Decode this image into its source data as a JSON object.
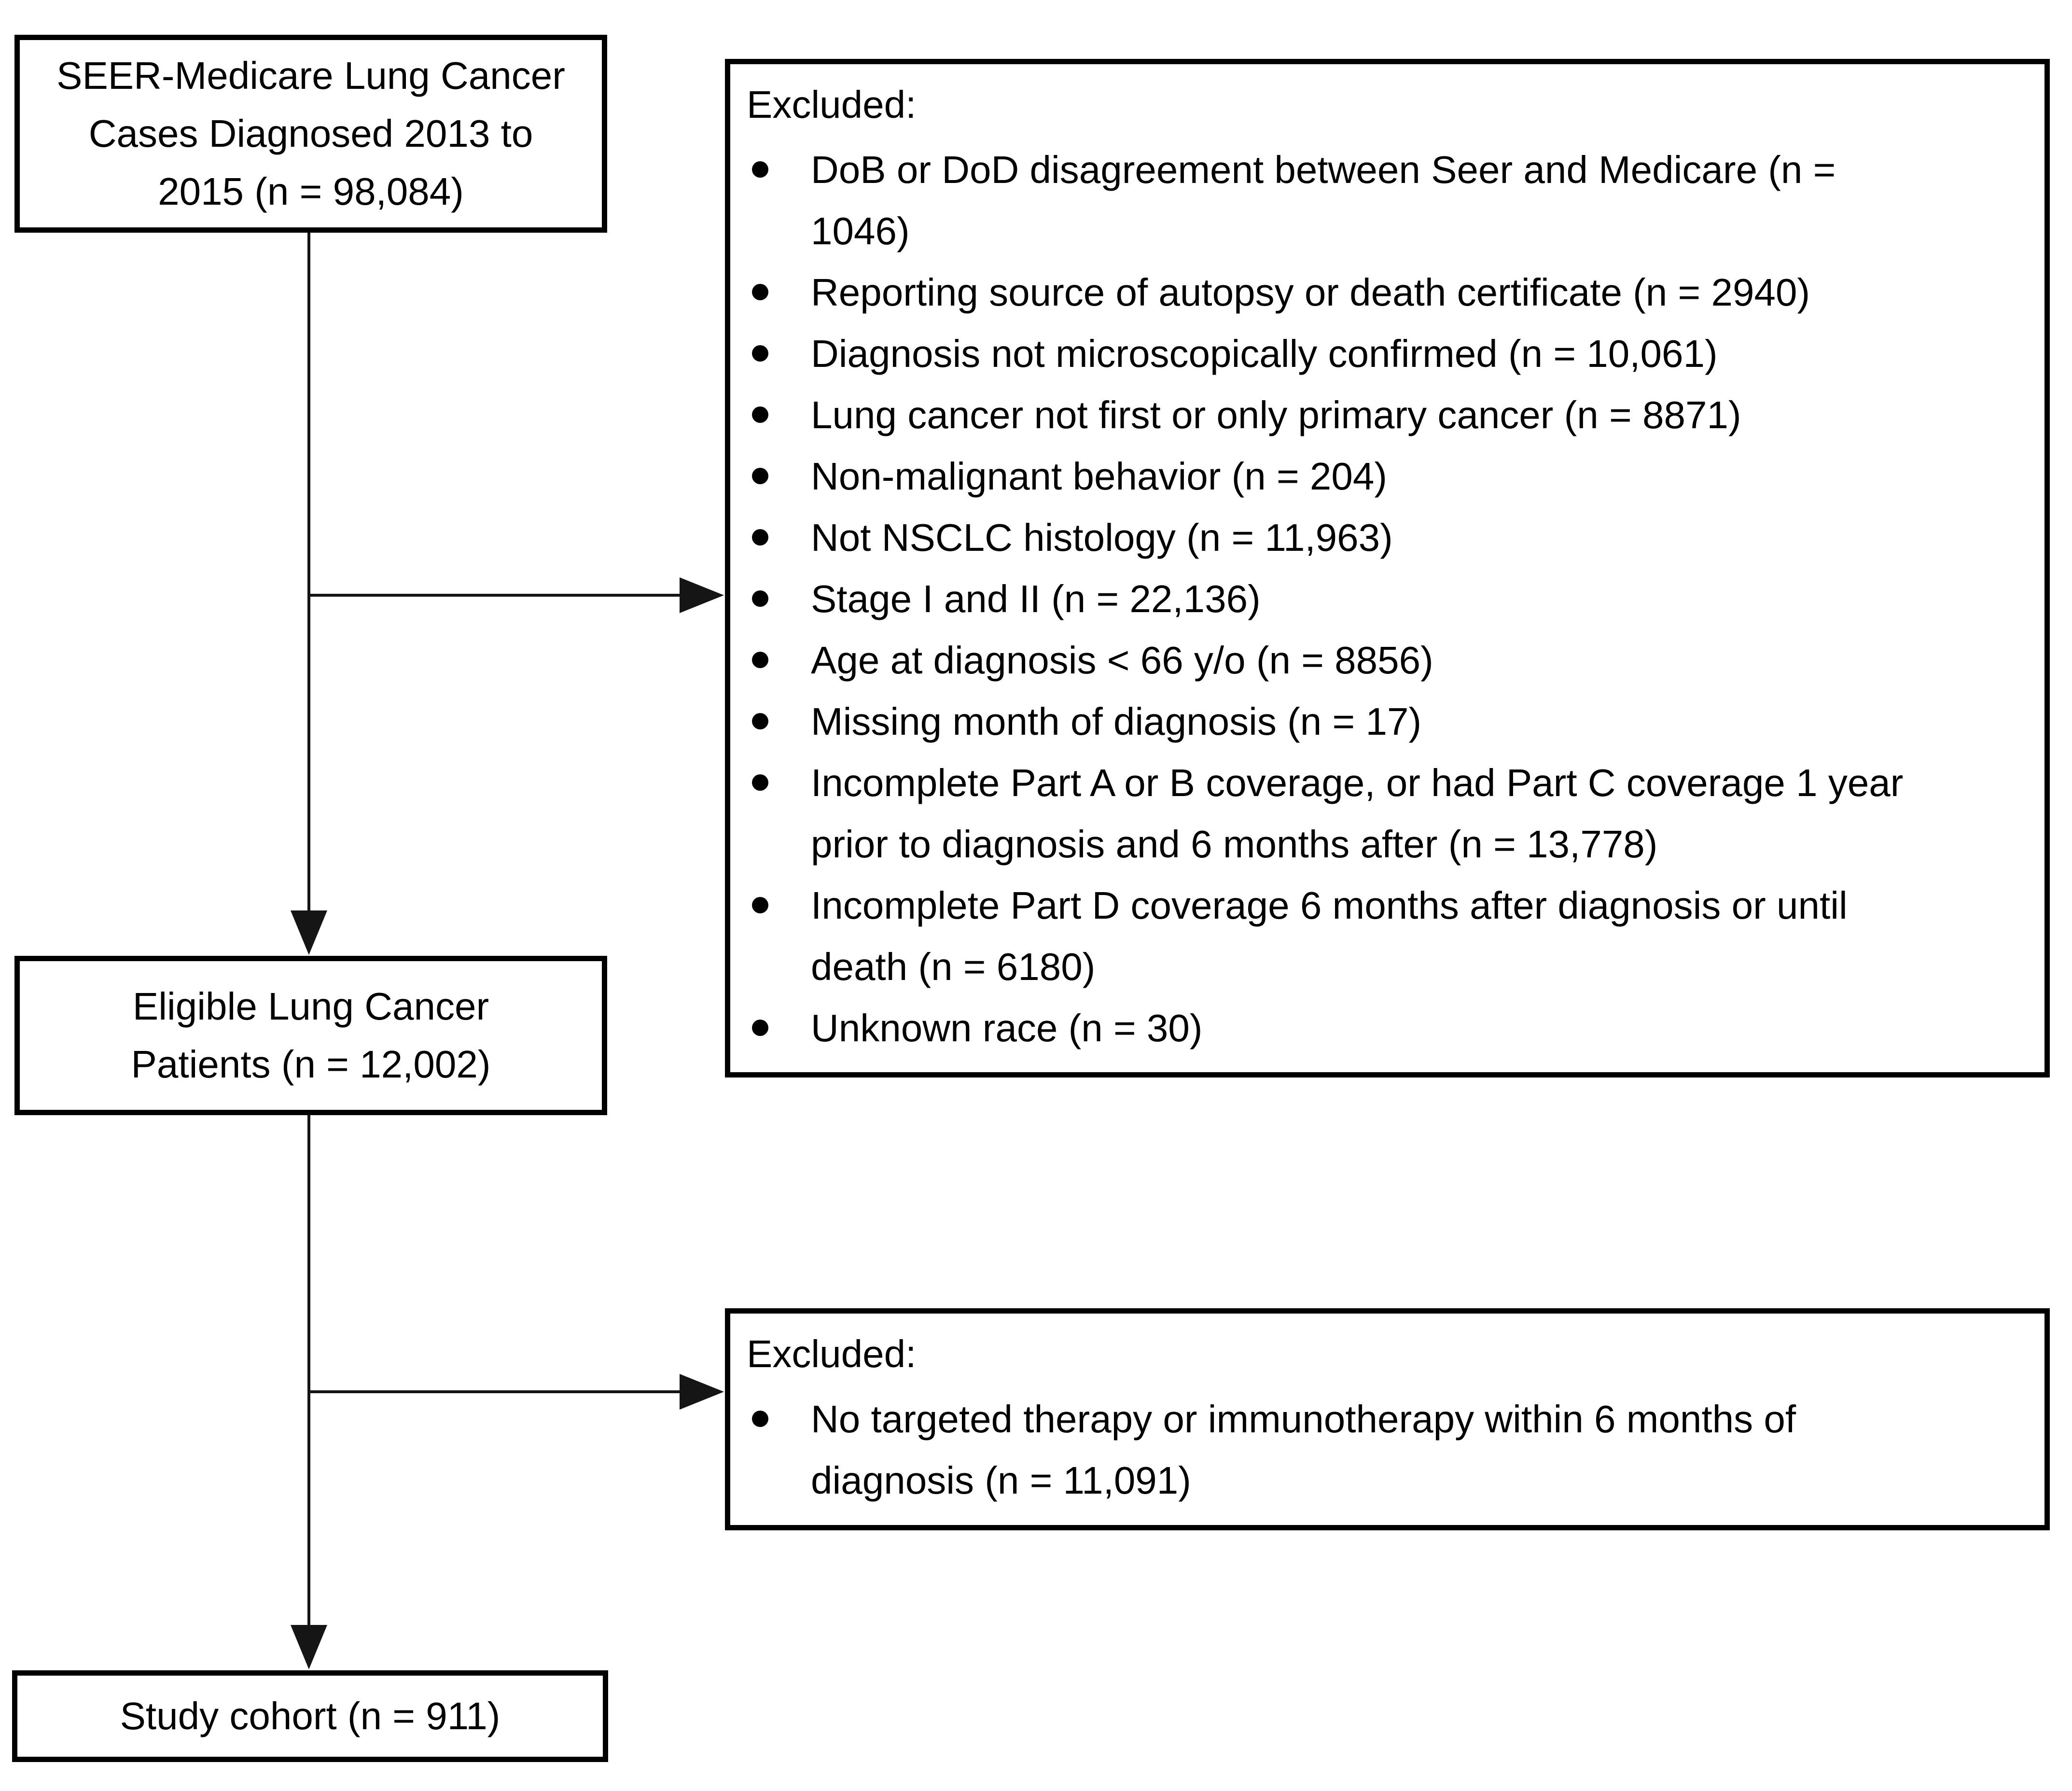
{
  "colors": {
    "background": "#ffffff",
    "ink": "#000000"
  },
  "boxes": {
    "source": {
      "lines": [
        "SEER-Medicare Lung Cancer",
        "Cases Diagnosed 2013 to",
        "2015 (n = 98,084)"
      ]
    },
    "exclusion_primary": {
      "heading": "Excluded:",
      "items": [
        {
          "lines": [
            "DoB or DoD disagreement between Seer and Medicare (n =",
            "1046)"
          ]
        },
        {
          "lines": [
            "Reporting source of autopsy or death certificate (n = 2940)"
          ]
        },
        {
          "lines": [
            "Diagnosis not microscopically confirmed (n = 10,061)"
          ]
        },
        {
          "lines": [
            "Lung cancer not first or only primary cancer (n = 8871)"
          ]
        },
        {
          "lines": [
            "Non-malignant behavior (n = 204)"
          ]
        },
        {
          "lines": [
            "Not NSCLC histology (n = 11,963)"
          ]
        },
        {
          "lines": [
            "Stage I and II (n = 22,136)"
          ]
        },
        {
          "lines": [
            "Age at diagnosis < 66 y/o (n = 8856)"
          ]
        },
        {
          "lines": [
            "Missing month of diagnosis (n = 17)"
          ]
        },
        {
          "lines": [
            "Incomplete Part A or B coverage, or had Part C coverage 1 year",
            "prior to diagnosis and 6 months after (n = 13,778)"
          ]
        },
        {
          "lines": [
            "Incomplete Part D coverage 6 months after diagnosis or until",
            "death (n = 6180)"
          ]
        },
        {
          "lines": [
            "Unknown race (n = 30)"
          ]
        }
      ]
    },
    "eligible": {
      "lines": [
        "Eligible Lung Cancer",
        "Patients (n = 12,002)"
      ]
    },
    "exclusion_secondary": {
      "heading": "Excluded:",
      "items": [
        {
          "lines": [
            "No targeted therapy or immunotherapy within 6 months of",
            "diagnosis (n = 11,091)"
          ]
        }
      ]
    },
    "cohort": {
      "lines": [
        "Study cohort (n = 911)"
      ]
    }
  }
}
